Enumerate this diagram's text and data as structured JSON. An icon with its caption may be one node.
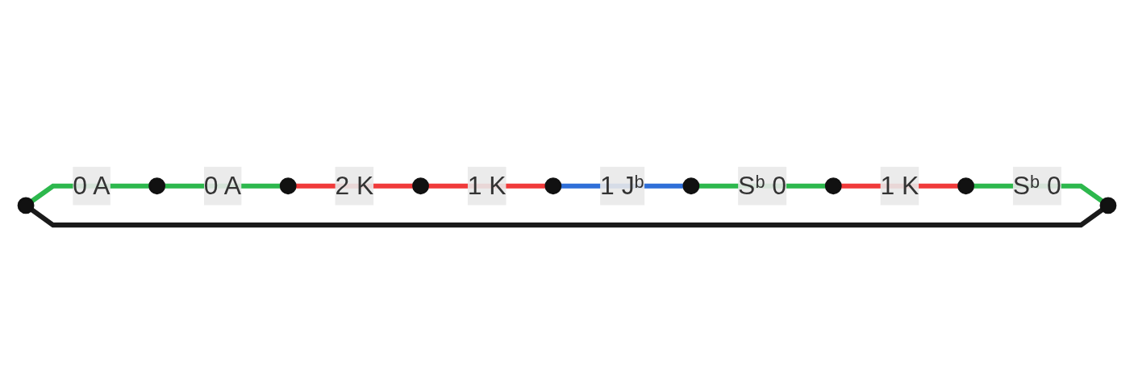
{
  "diagram": {
    "nodes": [
      {
        "text": [],
        "shape": "circle"
      },
      {
        "text": [],
        "shape": "circle"
      },
      {
        "text": [],
        "shape": "circle"
      },
      {
        "text": [],
        "shape": "circle"
      },
      {
        "text": [],
        "shape": "circle"
      },
      {
        "text": [],
        "shape": "circle"
      },
      {
        "text": [],
        "shape": "circle"
      },
      {
        "text": [],
        "shape": "circle"
      },
      {
        "text": [],
        "shape": "circle"
      }
    ],
    "edges": [
      {
        "from": 0,
        "to": 1,
        "arrow": "none",
        "label": "0 A"
      },
      {
        "from": 1,
        "to": 2,
        "arrow": "none",
        "label": "0 A"
      },
      {
        "from": 2,
        "to": 3,
        "arrow": "none",
        "label": "2 K",
        "color": "#f03a3a"
      },
      {
        "from": 3,
        "to": 4,
        "arrow": "none",
        "label": "1 K",
        "color": "#f03a3a"
      },
      {
        "from": 4,
        "to": 5,
        "arrow": "none",
        "label": "1 Jᵇ",
        "color": "#2f6fd8"
      },
      {
        "from": 5,
        "to": 6,
        "arrow": "none",
        "label": "Sᵇ 0"
      },
      {
        "from": 6,
        "to": 7,
        "arrow": "none",
        "label": "1 K",
        "color": "#f03a3a"
      },
      {
        "from": 7,
        "to": 8,
        "arrow": "none",
        "label": "Sᵇ 0"
      },
      {
        "from": 8,
        "to": 0,
        "arrow": "none",
        "color": "#1a1a1a"
      }
    ]
  }
}
